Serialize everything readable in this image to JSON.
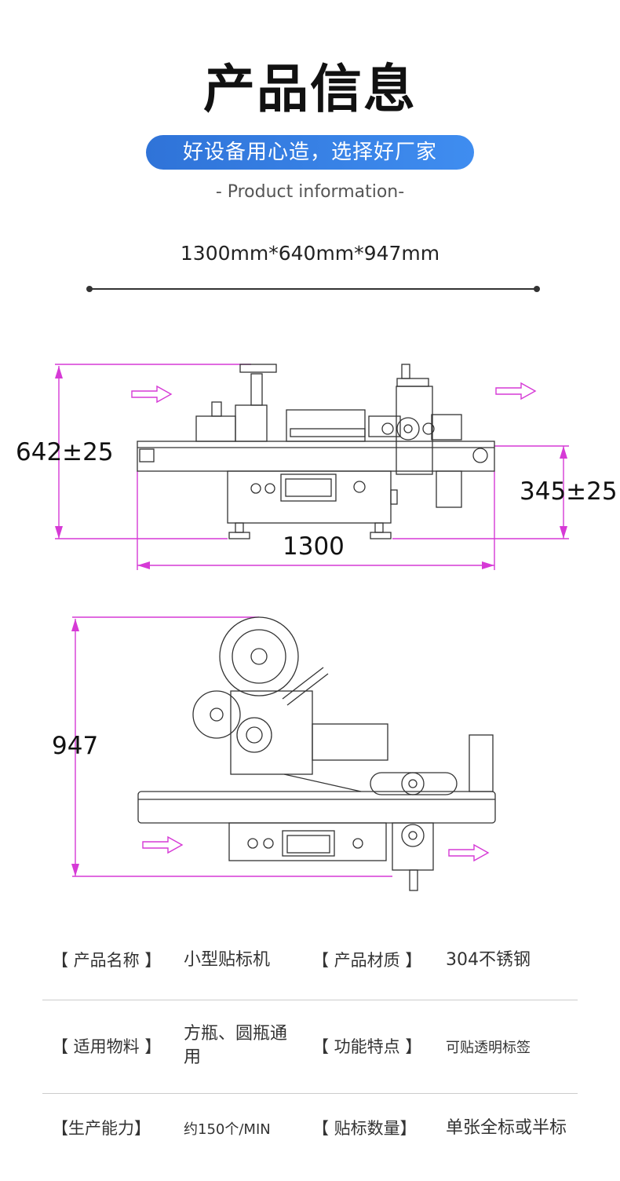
{
  "header": {
    "title": "产品信息",
    "slogan": "好设备用心造，选择好厂家",
    "subtitle": "- Product information-",
    "dimensions": "1300mm*640mm*947mm"
  },
  "drawing": {
    "height_label": "642±25",
    "conveyor_height_label": "345±25",
    "length_label": "1300",
    "depth_label": "947"
  },
  "specs": [
    {
      "label1": "【 产品名称 】",
      "value1": "小型贴标机",
      "label2": "【 产品材质 】",
      "value2": "304不锈钢"
    },
    {
      "label1": "【 适用物料 】",
      "value1": "方瓶、圆瓶通用",
      "label2": "【 功能特点 】",
      "value2": "可贴透明标签"
    },
    {
      "label1": "【生产能力】",
      "value1": "约150个/MIN",
      "label2": "【 贴标数量】",
      "value2": "单张全标或半标"
    }
  ],
  "colors": {
    "accent": "#3a84ea",
    "dimension_line": "#d63ad6",
    "line": "#333333"
  }
}
